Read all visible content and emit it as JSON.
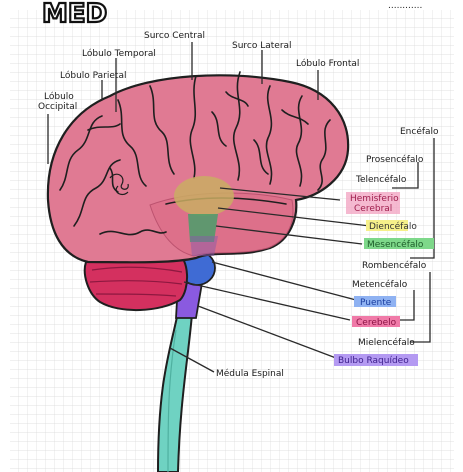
{
  "header": {
    "logo_text": "MED",
    "corner_text": "............"
  },
  "labels": {
    "surco_central": "Surco Central",
    "surco_lateral": "Surco Lateral",
    "lobulo_temporal": "Lóbulo Temporal",
    "lobulo_parietal": "Lóbulo Parietal",
    "lobulo_occipital_1": "Lóbulo",
    "lobulo_occipital_2": "Occipital",
    "lobulo_frontal": "Lóbulo Frontal",
    "encefalo": "Encéfalo",
    "prosencefalo": "Prosencéfalo",
    "telencefalo": "Telencéfalo",
    "hemisferio_1": "Hemisferio",
    "hemisferio_2": "Cerebral",
    "diencefalo": "Diencéfalo",
    "mesencefalo": "Mesencéfalo",
    "rombencefalo": "Rombencéfalo",
    "metencefalo": "Metencéfalo",
    "puente": "Puente",
    "cerebelo": "Cerebelo",
    "mielencefalo": "Mielencéfalo",
    "bulbo": "Bulbo Raquídeo",
    "medula": "Médula Espinal"
  },
  "colors": {
    "cerebrum": "#e07a93",
    "cerebrum_dark": "#b94f6c",
    "cerebellum": "#d4305f",
    "diencephalon": "#c9ad63",
    "midbrain": "#4a9e6a",
    "pons": "#3f6bd4",
    "medulla": "#8a5ae0",
    "spinal_cord": "#6fd2c2",
    "hl_hemisferio": "#f2a7c4",
    "hl_diencefalo": "#f6f08a",
    "hl_mesencefalo": "#7ed88a",
    "hl_puente": "#8fb2f2",
    "hl_cerebelo": "#f07aa8",
    "hl_bulbo": "#b49af2"
  }
}
